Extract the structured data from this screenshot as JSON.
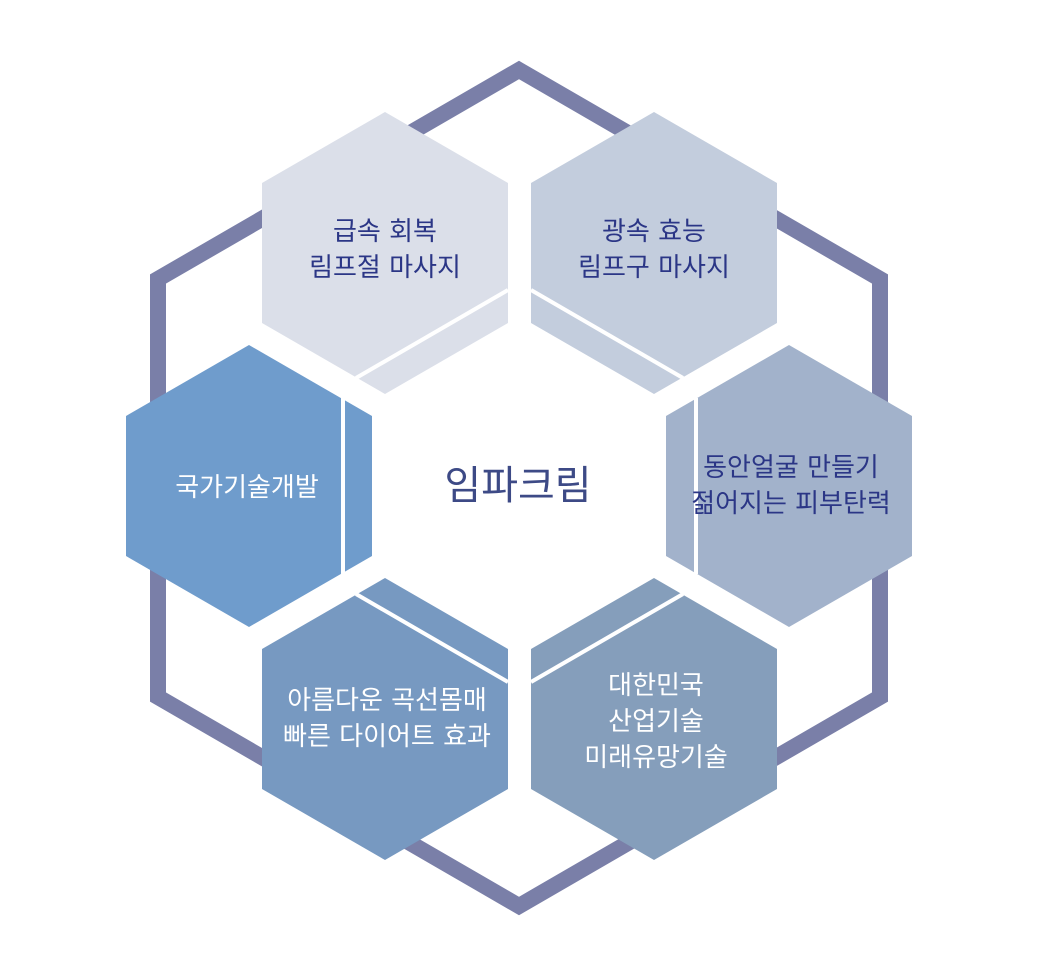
{
  "center": {
    "label": "임파크림",
    "color": "#3d4a86"
  },
  "colors": {
    "outer_ring": "#7a7fa8",
    "divider": "#ffffff"
  },
  "hexagons": [
    {
      "id": "top-left",
      "fill": "#dbdfe9",
      "text_color": "#2b3686",
      "lines": [
        "급속 회복",
        "림프절 마사지"
      ]
    },
    {
      "id": "top-right",
      "fill": "#c3cddd",
      "text_color": "#2b3686",
      "lines": [
        "광속 효능",
        "림프구 마사지"
      ]
    },
    {
      "id": "right",
      "fill": "#a2b2cb",
      "text_color": "#2b3686",
      "lines": [
        "동안얼굴 만들기",
        "젊어지는 피부탄력"
      ]
    },
    {
      "id": "bottom-right",
      "fill": "#859ebb",
      "text_color": "#ffffff",
      "lines": [
        "대한민국",
        "산업기술",
        "미래유망기술"
      ]
    },
    {
      "id": "bottom-left",
      "fill": "#7799c1",
      "text_color": "#ffffff",
      "lines": [
        "아름다운 곡선몸매",
        "빠른 다이어트 효과"
      ]
    },
    {
      "id": "left",
      "fill": "#6f9ccc",
      "text_color": "#ffffff",
      "lines": [
        "국가기술개발"
      ]
    }
  ]
}
